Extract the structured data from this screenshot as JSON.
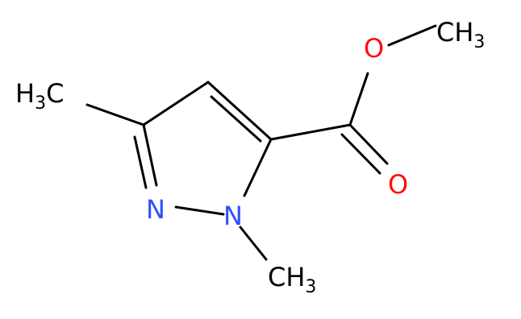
{
  "colors": {
    "bond": "#000000",
    "carbon": "#000000",
    "nitrogen": "#3050F8",
    "oxygen": "#FF0D0D",
    "background": "#ffffff"
  },
  "atoms": {
    "ch3_left": {
      "main": "H",
      "sub": "3",
      "tail": "C",
      "element": "carbon"
    },
    "ch3_top": {
      "main": "CH",
      "sub": "3",
      "element": "carbon"
    },
    "ch3_bottom": {
      "main": "CH",
      "sub": "3",
      "element": "carbon"
    },
    "o_ether": {
      "main": "O",
      "element": "oxygen"
    },
    "o_carbonyl": {
      "main": "O",
      "element": "oxygen"
    },
    "n2": {
      "main": "N",
      "element": "nitrogen"
    },
    "n1": {
      "main": "N",
      "element": "nitrogen"
    }
  }
}
